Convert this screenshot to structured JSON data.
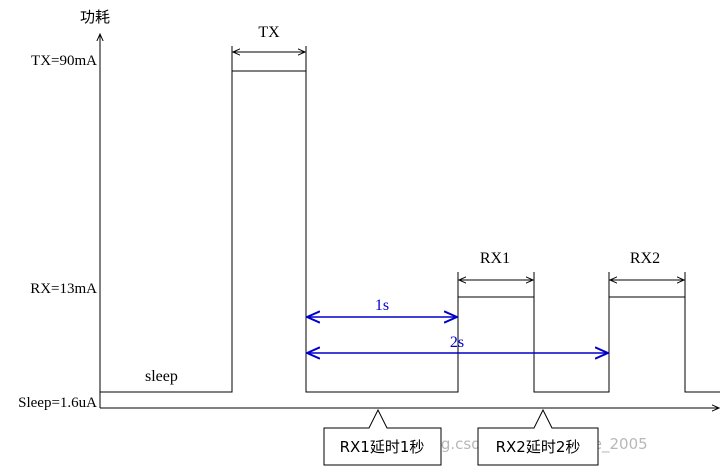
{
  "y_axis_title": "功耗",
  "levels": {
    "tx": "TX=90mA",
    "rx": "RX=13mA",
    "sleep": "Sleep=1.6uA"
  },
  "annotations": {
    "sleep": "sleep",
    "tx": "TX",
    "rx1": "RX1",
    "rx2": "RX2",
    "delay_1s": "1s",
    "delay_2s": "2s"
  },
  "callouts": {
    "rx1_delay": "RX1延时1秒",
    "rx2_delay": "RX2延时2秒"
  },
  "watermark": "blog.csdn.net/jiangjunjie_2005",
  "colors": {
    "waveform": "#000000",
    "delay_arrows": "#0000cc"
  }
}
